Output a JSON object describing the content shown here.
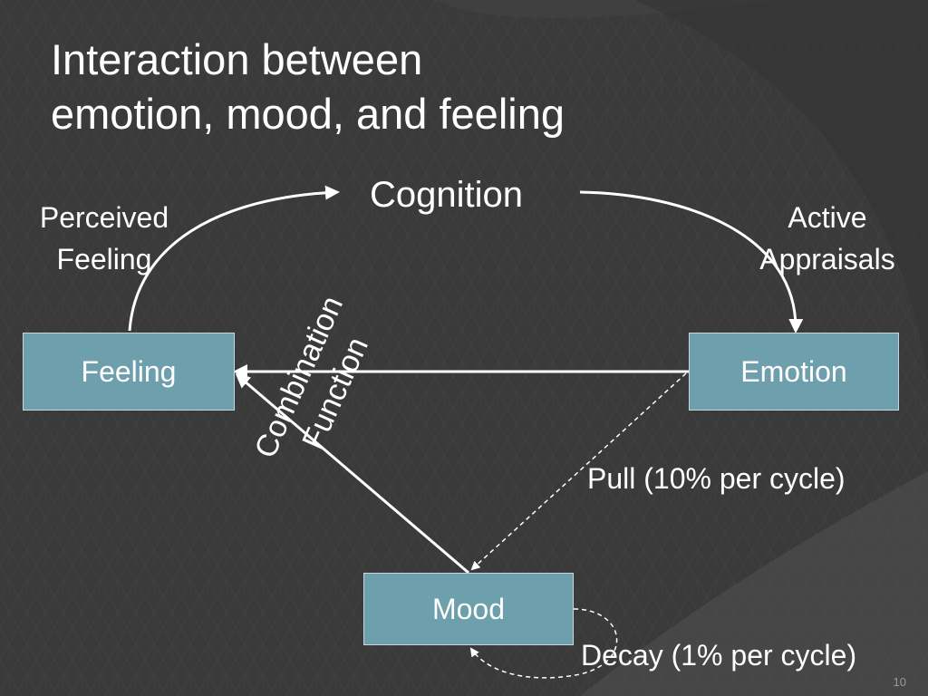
{
  "slide": {
    "title_line1": "Interaction between",
    "title_line2": "emotion, mood, and feeling",
    "page_number": "10"
  },
  "nodes": {
    "feeling": "Feeling",
    "emotion": "Emotion",
    "mood": "Mood",
    "cognition": "Cognition"
  },
  "edge_labels": {
    "perceived_line1": "Perceived",
    "perceived_line2": "Feeling",
    "appraisals_line1": "Active",
    "appraisals_line2": "Appraisals",
    "combination_line1": "Combination",
    "combination_line2": "Function",
    "pull": "Pull (10% per cycle)",
    "decay": "Decay (1% per cycle)"
  },
  "colors": {
    "background": "#3a3a3a",
    "box_fill": "#6e9fac",
    "box_border": "#c5d8de",
    "text": "#ffffff",
    "arrow": "#ffffff"
  }
}
